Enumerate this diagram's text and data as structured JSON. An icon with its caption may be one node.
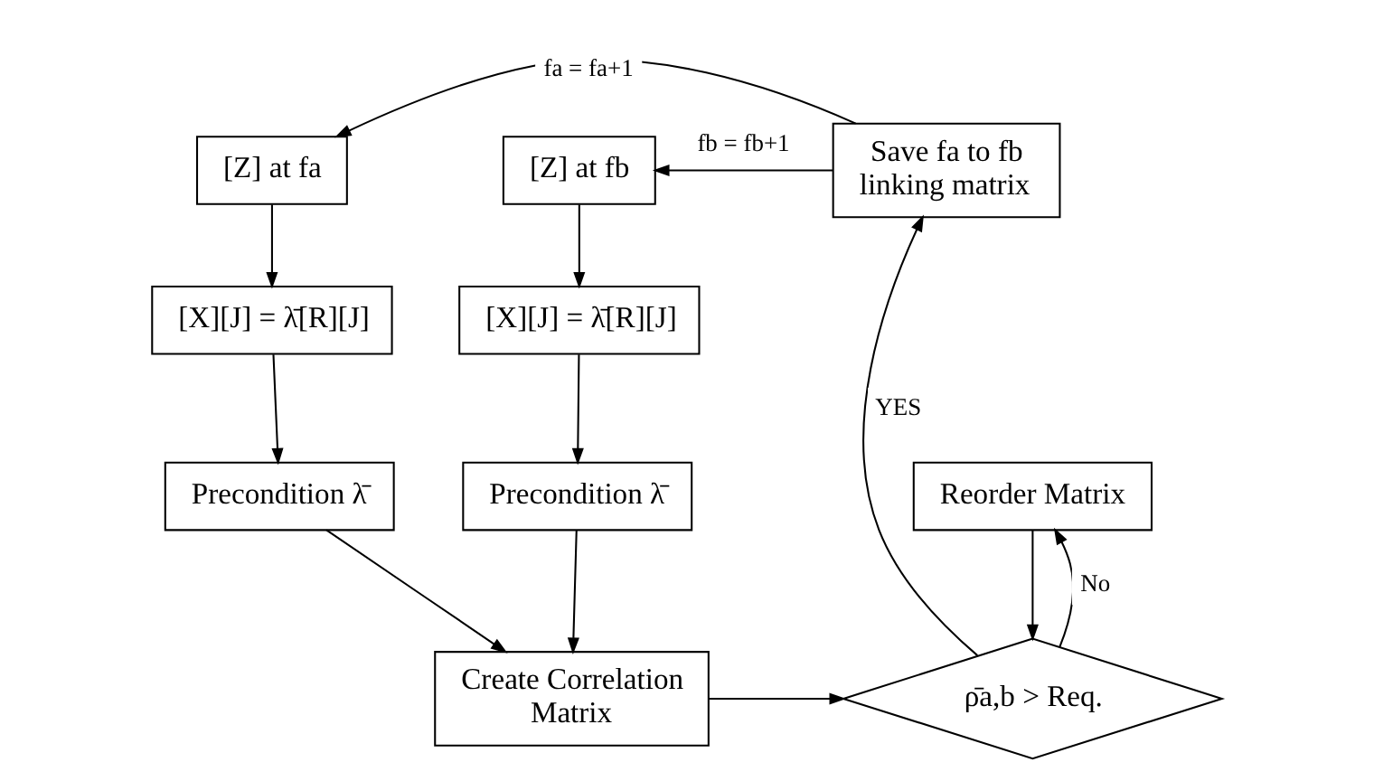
{
  "diagram": {
    "nodes": [
      {
        "text": [
          "[Z] at fa"
        ]
      },
      {
        "text": [
          "[X][J] = λ̄[R][J]"
        ]
      },
      {
        "text": [
          "Precondition λ̄"
        ]
      },
      {
        "text": [
          "[Z] at fb"
        ]
      },
      {
        "text": [
          "[X][J] = λ̄[R][J]"
        ]
      },
      {
        "text": [
          "Precondition λ̄"
        ]
      },
      {
        "text": [
          "Save fa to fb linking matrix"
        ]
      },
      {
        "text": [
          "Create Correlation Matrix"
        ]
      },
      {
        "text": [
          "Reorder Matrix"
        ]
      },
      {
        "text": [
          "ρ̄a,b > Req."
        ]
      }
    ],
    "edges": [
      {
        "from": 0,
        "to": 1,
        "arrow": "to"
      },
      {
        "from": 1,
        "to": 2,
        "arrow": "to"
      },
      {
        "from": 3,
        "to": 4,
        "arrow": "to"
      },
      {
        "from": 4,
        "to": 5,
        "arrow": "to"
      },
      {
        "from": 2,
        "to": 7,
        "arrow": "to"
      },
      {
        "from": 5,
        "to": 7,
        "arrow": "to"
      },
      {
        "from": 7,
        "to": 9,
        "arrow": "to"
      },
      {
        "from": 9,
        "to": 8,
        "arrow": "to",
        "label": "No"
      },
      {
        "from": 8,
        "to": 9,
        "arrow": "to"
      },
      {
        "from": 9,
        "to": 6,
        "arrow": "to",
        "label": "YES"
      },
      {
        "from": 6,
        "to": 0,
        "arrow": "to",
        "label": "fa = fa+1"
      },
      {
        "from": 6,
        "to": 3,
        "arrow": "to",
        "label": "fb = fb+1"
      }
    ]
  }
}
